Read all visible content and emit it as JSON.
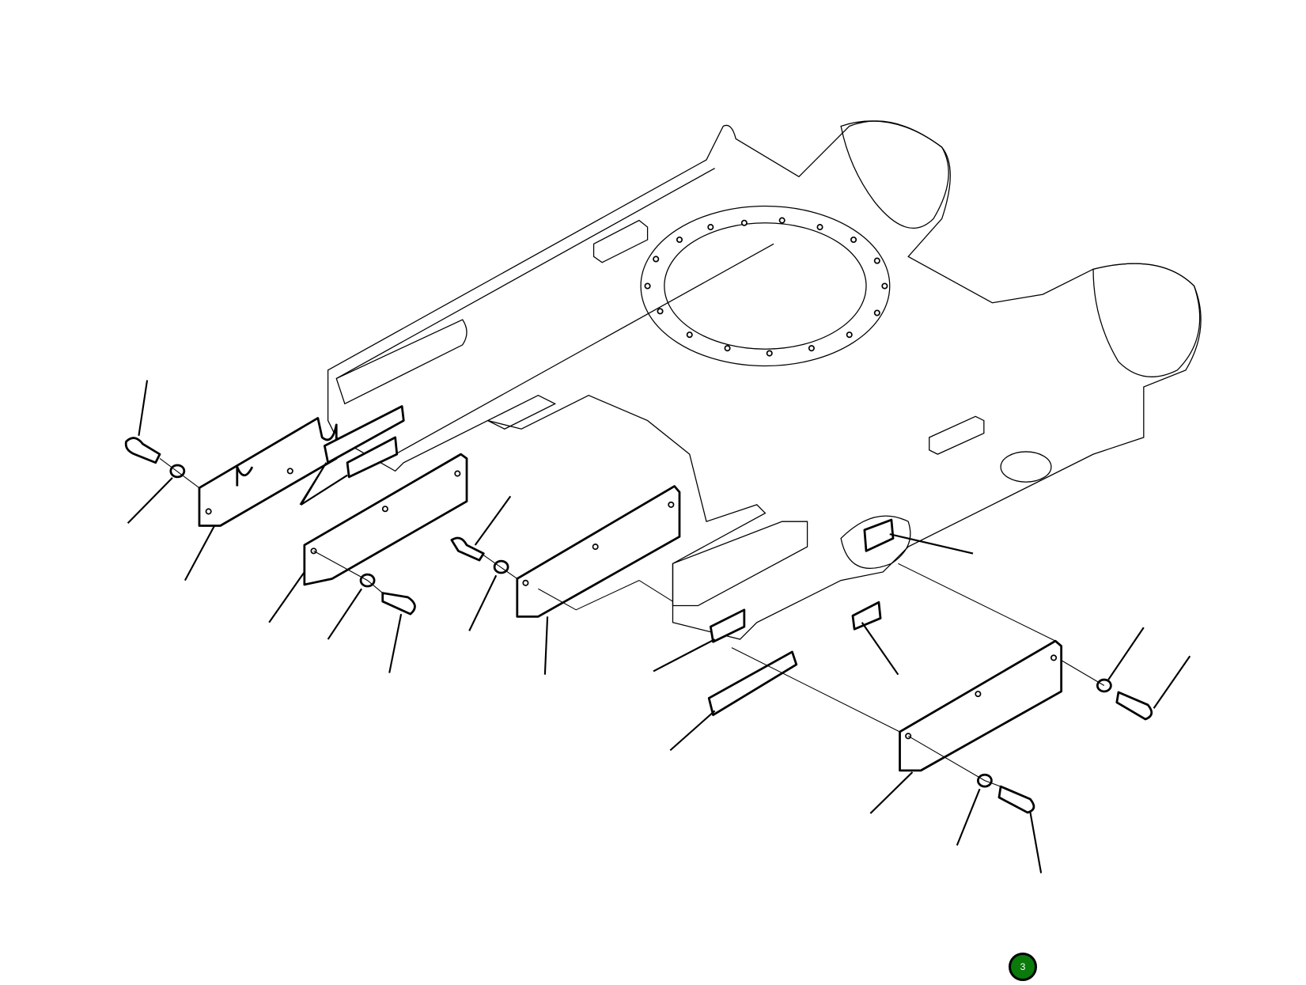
{
  "diagram": {
    "title": "",
    "description": "Exploded parts view: track frame with guard plates, bolts and washers",
    "background_color": "#ffffff",
    "line_color": "#000000"
  },
  "callouts": {
    "count": 20,
    "labels_visible": false
  },
  "page_badge": {
    "label": "3",
    "color": "#0a7a0a"
  }
}
